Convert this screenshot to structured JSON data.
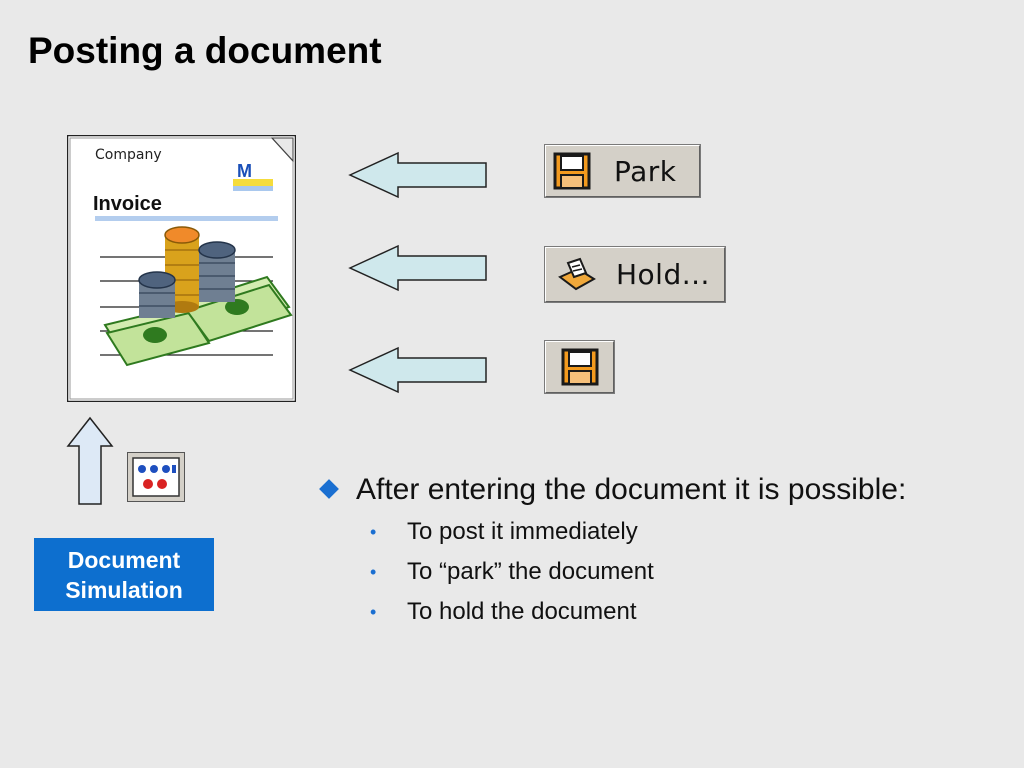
{
  "slide": {
    "title": "Posting a document"
  },
  "invoice_image": {
    "company_text": "Company",
    "invoice_text": "Invoice",
    "logo_text": "M"
  },
  "buttons": {
    "park_label": "Park",
    "hold_label": "Hold...",
    "post_icon": "floppy-disk-icon",
    "simulate_icon": "document-simulation-icon"
  },
  "label_box": {
    "line1": "Document",
    "line2": "Simulation"
  },
  "bullets": {
    "main": "After entering the document it is possible:",
    "sub": [
      "To post it immediately",
      "To “park” the document",
      "To hold the document"
    ]
  },
  "colors": {
    "background": "#e9e9e9",
    "accent_blue": "#0d6fcf",
    "arrow_fill": "#cfe8ec",
    "button_face": "#d4d0c8",
    "floppy_orange": "#f39a1e"
  }
}
